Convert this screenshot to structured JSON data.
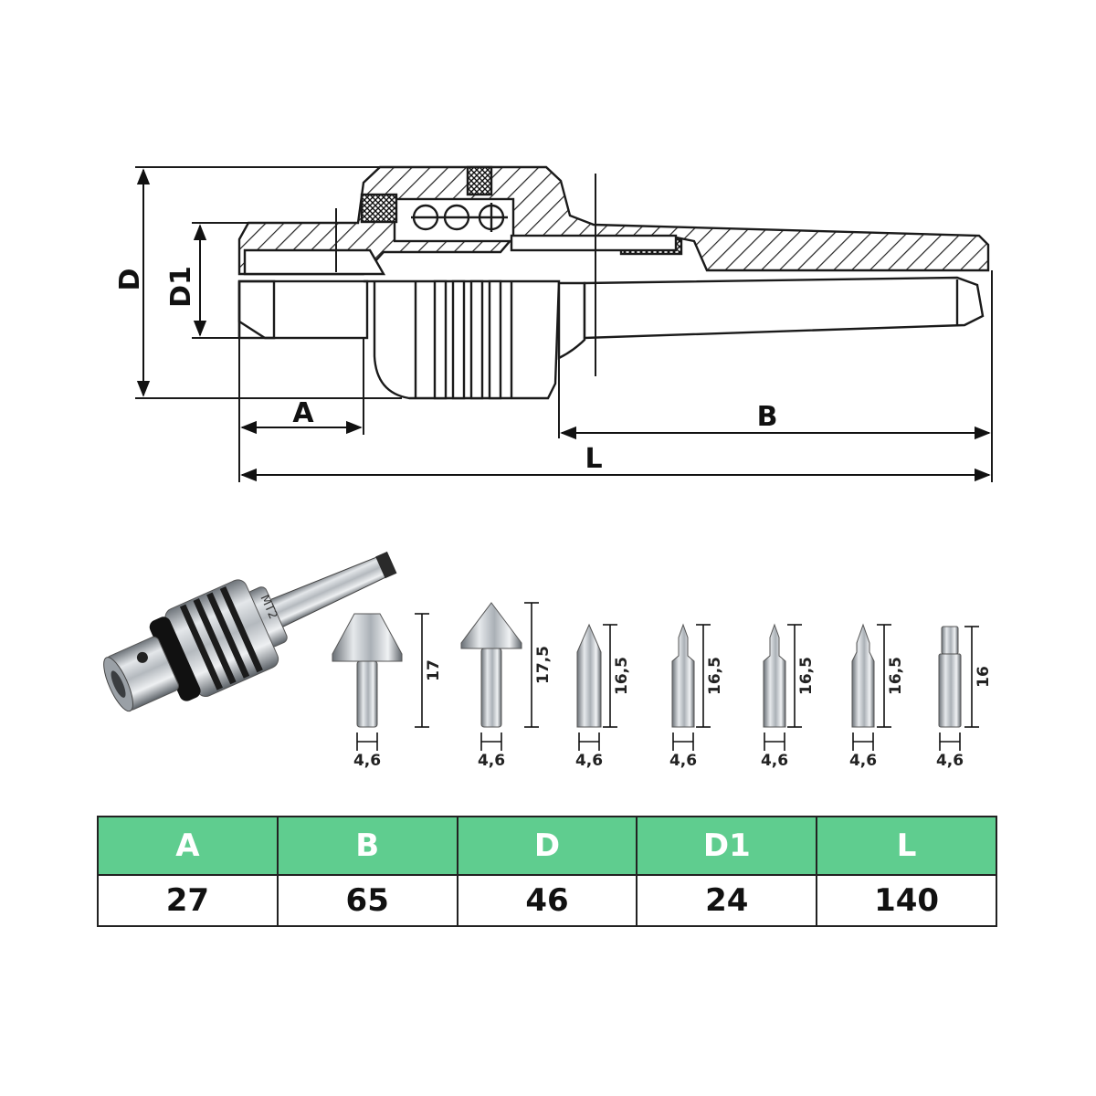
{
  "drawing": {
    "labels": {
      "D": "D",
      "D1": "D1",
      "A": "A",
      "B": "B",
      "L": "L"
    }
  },
  "tips": [
    {
      "name": "flat-cone-tip",
      "height": "17",
      "width": "4,6"
    },
    {
      "name": "sharp-cone-tip",
      "height": "17,5",
      "width": "4,6"
    },
    {
      "name": "slim-point-tip",
      "height": "16,5",
      "width": "4,6"
    },
    {
      "name": "needle-point-tip-1",
      "height": "16,5",
      "width": "4,6"
    },
    {
      "name": "needle-point-tip-2",
      "height": "16,5",
      "width": "4,6"
    },
    {
      "name": "stepped-point-tip",
      "height": "16,5",
      "width": "4,6"
    },
    {
      "name": "flat-pin-tip",
      "height": "16",
      "width": "4,6"
    }
  ],
  "product": {
    "engraving": "MT2"
  },
  "table": {
    "headers": [
      "A",
      "B",
      "D",
      "D1",
      "L"
    ],
    "values": [
      "27",
      "65",
      "46",
      "24",
      "140"
    ]
  },
  "colors": {
    "header_green": "#5fcd8f",
    "line": "#1a1a1a"
  }
}
